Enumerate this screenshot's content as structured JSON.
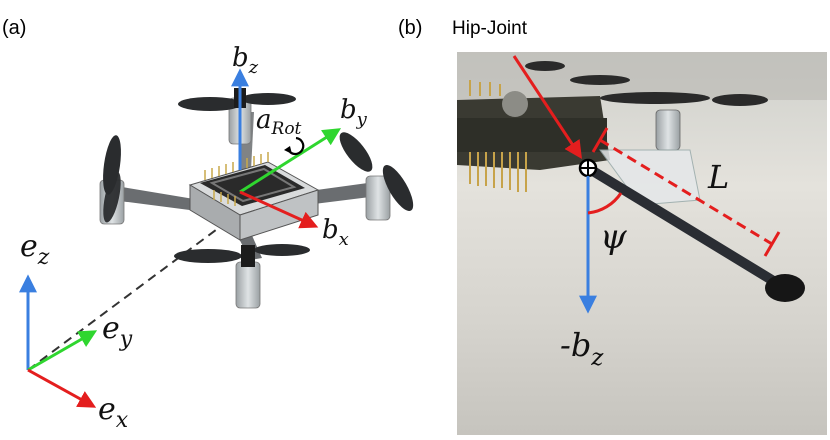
{
  "panels": {
    "a": {
      "label": "(a)"
    },
    "b": {
      "label": "(b)",
      "title": "Hip-Joint"
    }
  },
  "labels": {
    "ez_main": "e",
    "ez_sub": "z",
    "ey_main": "e",
    "ey_sub": "y",
    "ex_main": "e",
    "ex_sub": "x",
    "bz_main": "b",
    "bz_sub": "z",
    "by_main": "b",
    "by_sub": "y",
    "bx_main": "b",
    "bx_sub": "x",
    "arot_main": "a",
    "arot_sub": "Rot",
    "L": "L",
    "psi": "ψ",
    "negbz_main": "-b",
    "negbz_sub": "z"
  },
  "colors": {
    "axis_z": "#3a7fe0",
    "axis_y": "#2fd62f",
    "axis_x": "#e41e1e",
    "leg": "#2a2d33",
    "background": "#ffffff"
  }
}
